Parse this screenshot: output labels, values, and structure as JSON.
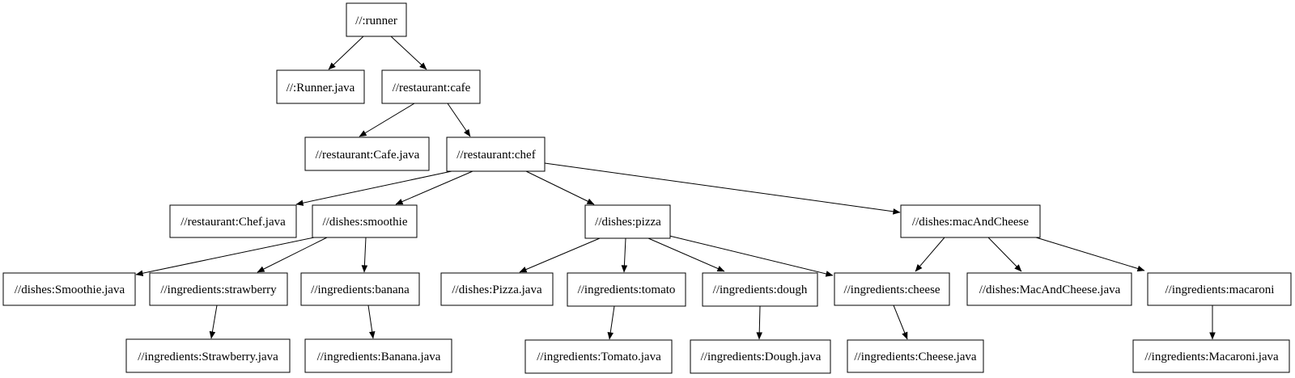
{
  "graph": {
    "background_color": "#ffffff",
    "node_fill_color": "#ffffff",
    "node_border_color": "#000000",
    "edge_color": "#000000",
    "text_color": "#000000",
    "type": "directed-dependency-graph",
    "nodes": [
      {
        "id": "runner",
        "label": "//:runner"
      },
      {
        "id": "runner-java",
        "label": "//:Runner.java"
      },
      {
        "id": "cafe",
        "label": "//restaurant:cafe"
      },
      {
        "id": "cafe-java",
        "label": "//restaurant:Cafe.java"
      },
      {
        "id": "chef",
        "label": "//restaurant:chef"
      },
      {
        "id": "chef-java",
        "label": "//restaurant:Chef.java"
      },
      {
        "id": "smoothie",
        "label": "//dishes:smoothie"
      },
      {
        "id": "pizza",
        "label": "//dishes:pizza"
      },
      {
        "id": "macandcheese",
        "label": "//dishes:macAndCheese"
      },
      {
        "id": "smoothie-java",
        "label": "//dishes:Smoothie.java"
      },
      {
        "id": "strawberry",
        "label": "//ingredients:strawberry"
      },
      {
        "id": "banana",
        "label": "//ingredients:banana"
      },
      {
        "id": "pizza-java",
        "label": "//dishes:Pizza.java"
      },
      {
        "id": "tomato",
        "label": "//ingredients:tomato"
      },
      {
        "id": "dough",
        "label": "//ingredients:dough"
      },
      {
        "id": "cheese",
        "label": "//ingredients:cheese"
      },
      {
        "id": "macandcheese-java",
        "label": "//dishes:MacAndCheese.java"
      },
      {
        "id": "macaroni",
        "label": "//ingredients:macaroni"
      },
      {
        "id": "strawberry-java",
        "label": "//ingredients:Strawberry.java"
      },
      {
        "id": "banana-java",
        "label": "//ingredients:Banana.java"
      },
      {
        "id": "tomato-java",
        "label": "//ingredients:Tomato.java"
      },
      {
        "id": "dough-java",
        "label": "//ingredients:Dough.java"
      },
      {
        "id": "cheese-java",
        "label": "//ingredients:Cheese.java"
      },
      {
        "id": "macaroni-java",
        "label": "//ingredients:Macaroni.java"
      }
    ],
    "edges": [
      {
        "from": "//:runner",
        "to": "//:Runner.java"
      },
      {
        "from": "//:runner",
        "to": "//restaurant:cafe"
      },
      {
        "from": "//restaurant:cafe",
        "to": "//restaurant:Cafe.java"
      },
      {
        "from": "//restaurant:cafe",
        "to": "//restaurant:chef"
      },
      {
        "from": "//restaurant:chef",
        "to": "//restaurant:Chef.java"
      },
      {
        "from": "//restaurant:chef",
        "to": "//dishes:smoothie"
      },
      {
        "from": "//restaurant:chef",
        "to": "//dishes:pizza"
      },
      {
        "from": "//restaurant:chef",
        "to": "//dishes:macAndCheese"
      },
      {
        "from": "//dishes:smoothie",
        "to": "//dishes:Smoothie.java"
      },
      {
        "from": "//dishes:smoothie",
        "to": "//ingredients:strawberry"
      },
      {
        "from": "//dishes:smoothie",
        "to": "//ingredients:banana"
      },
      {
        "from": "//ingredients:strawberry",
        "to": "//ingredients:Strawberry.java"
      },
      {
        "from": "//ingredients:banana",
        "to": "//ingredients:Banana.java"
      },
      {
        "from": "//dishes:pizza",
        "to": "//dishes:Pizza.java"
      },
      {
        "from": "//dishes:pizza",
        "to": "//ingredients:tomato"
      },
      {
        "from": "//dishes:pizza",
        "to": "//ingredients:dough"
      },
      {
        "from": "//dishes:pizza",
        "to": "//ingredients:cheese"
      },
      {
        "from": "//ingredients:tomato",
        "to": "//ingredients:Tomato.java"
      },
      {
        "from": "//ingredients:dough",
        "to": "//ingredients:Dough.java"
      },
      {
        "from": "//ingredients:cheese",
        "to": "//ingredients:Cheese.java"
      },
      {
        "from": "//dishes:macAndCheese",
        "to": "//ingredients:cheese"
      },
      {
        "from": "//dishes:macAndCheese",
        "to": "//dishes:MacAndCheese.java"
      },
      {
        "from": "//dishes:macAndCheese",
        "to": "//ingredients:macaroni"
      },
      {
        "from": "//ingredients:macaroni",
        "to": "//ingredients:Macaroni.java"
      }
    ]
  }
}
